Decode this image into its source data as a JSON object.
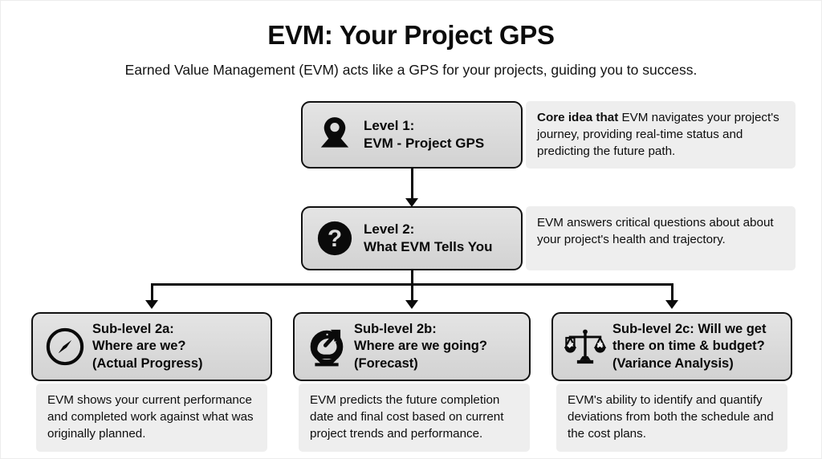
{
  "header": {
    "title": "EVM: Your Project GPS",
    "subtitle": "Earned Value Management (EVM) acts like a GPS for your projects, guiding you to success."
  },
  "levels": [
    {
      "id": "level-1",
      "icon": "map-pin-icon",
      "line1": "Level 1:",
      "line2": "EVM - Project GPS",
      "description_bold": "Core idea that",
      "description_rest": " EVM navigates your project's journey, providing real-time status and predicting the future path."
    },
    {
      "id": "level-2",
      "icon": "question-mark-circle-icon",
      "line1": "Level 2:",
      "line2": "What EVM Tells You",
      "description_bold": "",
      "description_rest": "EVM answers critical questions about about your project's health and trajectory."
    }
  ],
  "sublevels": [
    {
      "id": "sub-level-2a",
      "icon": "compass-icon",
      "line1": "Sub-level 2a:",
      "line2": "Where are we?",
      "line3": "(Actual Progress)",
      "description": "EVM shows your current performance and completed work against what was originally planned."
    },
    {
      "id": "sub-level-2b",
      "icon": "crystal-ball-forecast-icon",
      "line1": "Sub-level 2b:",
      "line2": "Where are we going?",
      "line3": "(Forecast)",
      "description": "EVM predicts the future completion date and final cost based on current project trends and performance."
    },
    {
      "id": "sub-level-2c",
      "icon": "balance-scale-icon",
      "line1": "Sub-level 2c: Will we get",
      "line2": "there on time & budget?",
      "line3": "(Variance Analysis)",
      "description": "EVM's ability to identify and quantify deviations from both the schedule and the cost plans."
    }
  ],
  "colors": {
    "node_border": "#111111",
    "node_fill": "#dcdcdc",
    "panel_fill": "#eeeeee",
    "connector": "#0b0b0b",
    "text": "#0c0c0c",
    "page_background": "#ffffff"
  }
}
